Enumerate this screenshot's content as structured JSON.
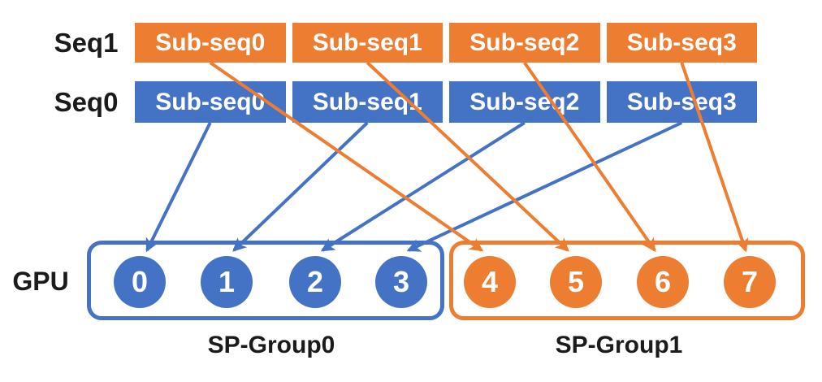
{
  "colors": {
    "blue": "#4472C4",
    "orange": "#ED7D31",
    "text": "#1b1b1b",
    "box_text": "#ffffff"
  },
  "sequences": [
    {
      "label": "Seq1",
      "color_name": "orange",
      "subseqs": [
        "Sub-seq0",
        "Sub-seq1",
        "Sub-seq2",
        "Sub-seq3"
      ]
    },
    {
      "label": "Seq0",
      "color_name": "blue",
      "subseqs": [
        "Sub-seq0",
        "Sub-seq1",
        "Sub-seq2",
        "Sub-seq3"
      ]
    }
  ],
  "gpu_row_label": "GPU",
  "groups": [
    {
      "label": "SP-Group0",
      "color_name": "blue",
      "gpus": [
        "0",
        "1",
        "2",
        "3"
      ]
    },
    {
      "label": "SP-Group1",
      "color_name": "orange",
      "gpus": [
        "4",
        "5",
        "6",
        "7"
      ]
    }
  ],
  "mappings": [
    {
      "seq": "Seq0",
      "subseq": "Sub-seq0",
      "gpu": "0",
      "color_name": "blue"
    },
    {
      "seq": "Seq0",
      "subseq": "Sub-seq1",
      "gpu": "1",
      "color_name": "blue"
    },
    {
      "seq": "Seq0",
      "subseq": "Sub-seq2",
      "gpu": "2",
      "color_name": "blue"
    },
    {
      "seq": "Seq0",
      "subseq": "Sub-seq3",
      "gpu": "3",
      "color_name": "blue"
    },
    {
      "seq": "Seq1",
      "subseq": "Sub-seq0",
      "gpu": "4",
      "color_name": "orange"
    },
    {
      "seq": "Seq1",
      "subseq": "Sub-seq1",
      "gpu": "5",
      "color_name": "orange"
    },
    {
      "seq": "Seq1",
      "subseq": "Sub-seq2",
      "gpu": "6",
      "color_name": "orange"
    },
    {
      "seq": "Seq1",
      "subseq": "Sub-seq3",
      "gpu": "7",
      "color_name": "orange"
    }
  ]
}
